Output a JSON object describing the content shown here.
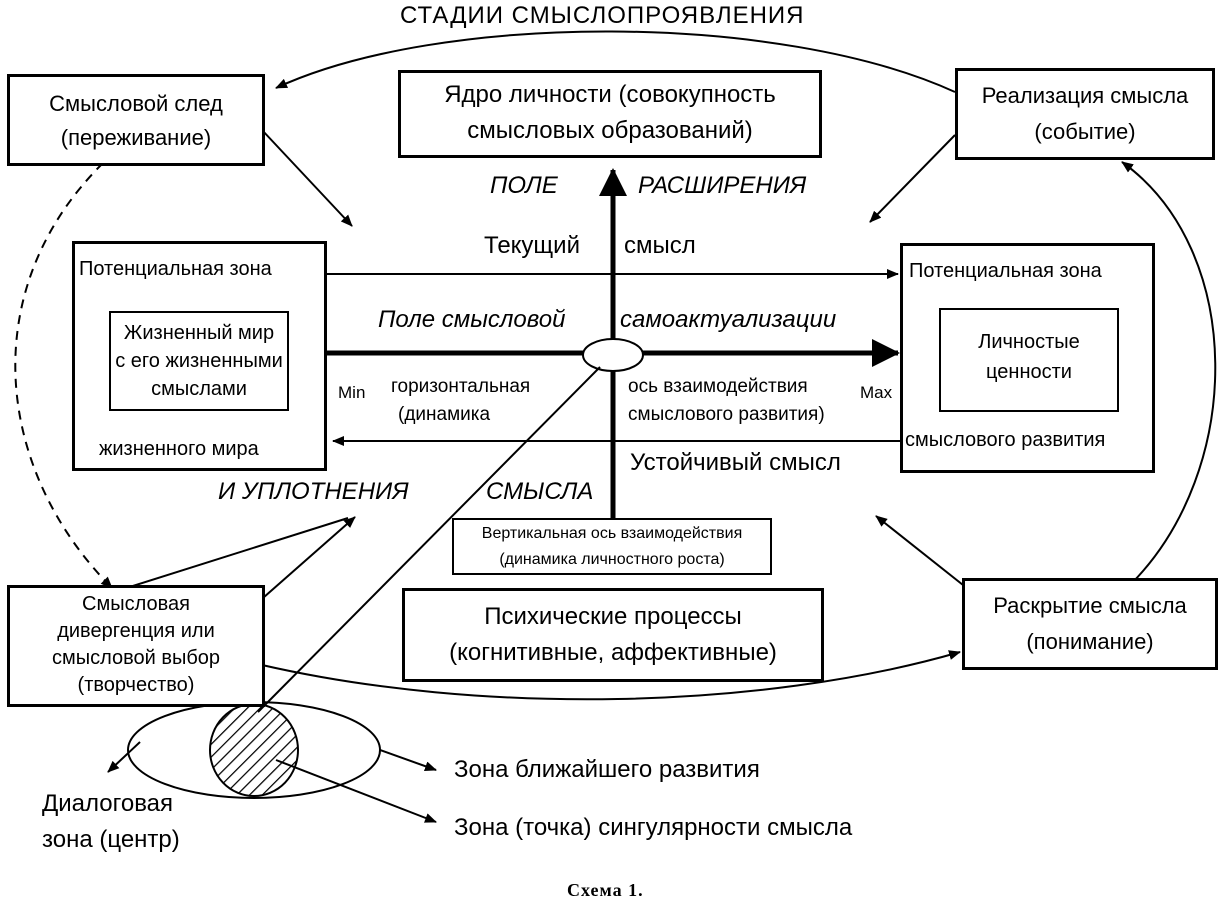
{
  "title": "СТАДИИ  СМЫСЛОПРОЯВЛЕНИЯ",
  "boxes": {
    "smyslovoy_sled": [
      "Смысловой след",
      "(переживание)"
    ],
    "yadro": [
      "Ядро личности (совокупность",
      "смысловых образований)"
    ],
    "realizatsiya": [
      "Реализация смысла",
      "(событие)"
    ],
    "divergentsiya": [
      "Смысловая",
      "дивергенция или",
      "смысловой выбор",
      "(творчество)"
    ],
    "psikh": [
      "Психические процессы",
      "(когнитивные, аффективные)"
    ],
    "raskrytie": [
      "Раскрытие смысла",
      "(понимание)"
    ],
    "vertical": [
      "Вертикальная ось взаимодействия",
      "(динамика личностного роста)"
    ]
  },
  "left_zone": {
    "top": "Потенциальная зона",
    "bottom": "жизненного мира",
    "inner": [
      "Жизненный мир",
      "с его жизненными",
      "смыслами"
    ]
  },
  "right_zone": {
    "top": "Потенциальная зона",
    "bottom": "смыслового развития",
    "inner": [
      "Личностые",
      "ценности"
    ]
  },
  "labels": {
    "pole": "ПОЛЕ",
    "rasshireniya": "РАСШИРЕНИЯ",
    "tekushchiy": "Текущий",
    "smysl": "смысл",
    "pole_smyslovoy": "Поле смысловой",
    "samoaktualizatsii": "самоактуализации",
    "min": "Min",
    "max": "Max",
    "horiz_left": [
      "горизонтальная",
      "(динамика"
    ],
    "horiz_right": [
      "ось взаимодействия",
      "смыслового развития)"
    ],
    "ustoychivy": "Устойчивый смысл",
    "i_uplotneniya": "И  УПЛОТНЕНИЯ",
    "smysla": "СМЫСЛА",
    "zona_blizh": "Зона ближайшего развития",
    "zona_sing": "Зона (точка) сингулярности смысла",
    "dialog": [
      "Диалоговая",
      "зона (центр)"
    ]
  },
  "caption": "Схема 1."
}
